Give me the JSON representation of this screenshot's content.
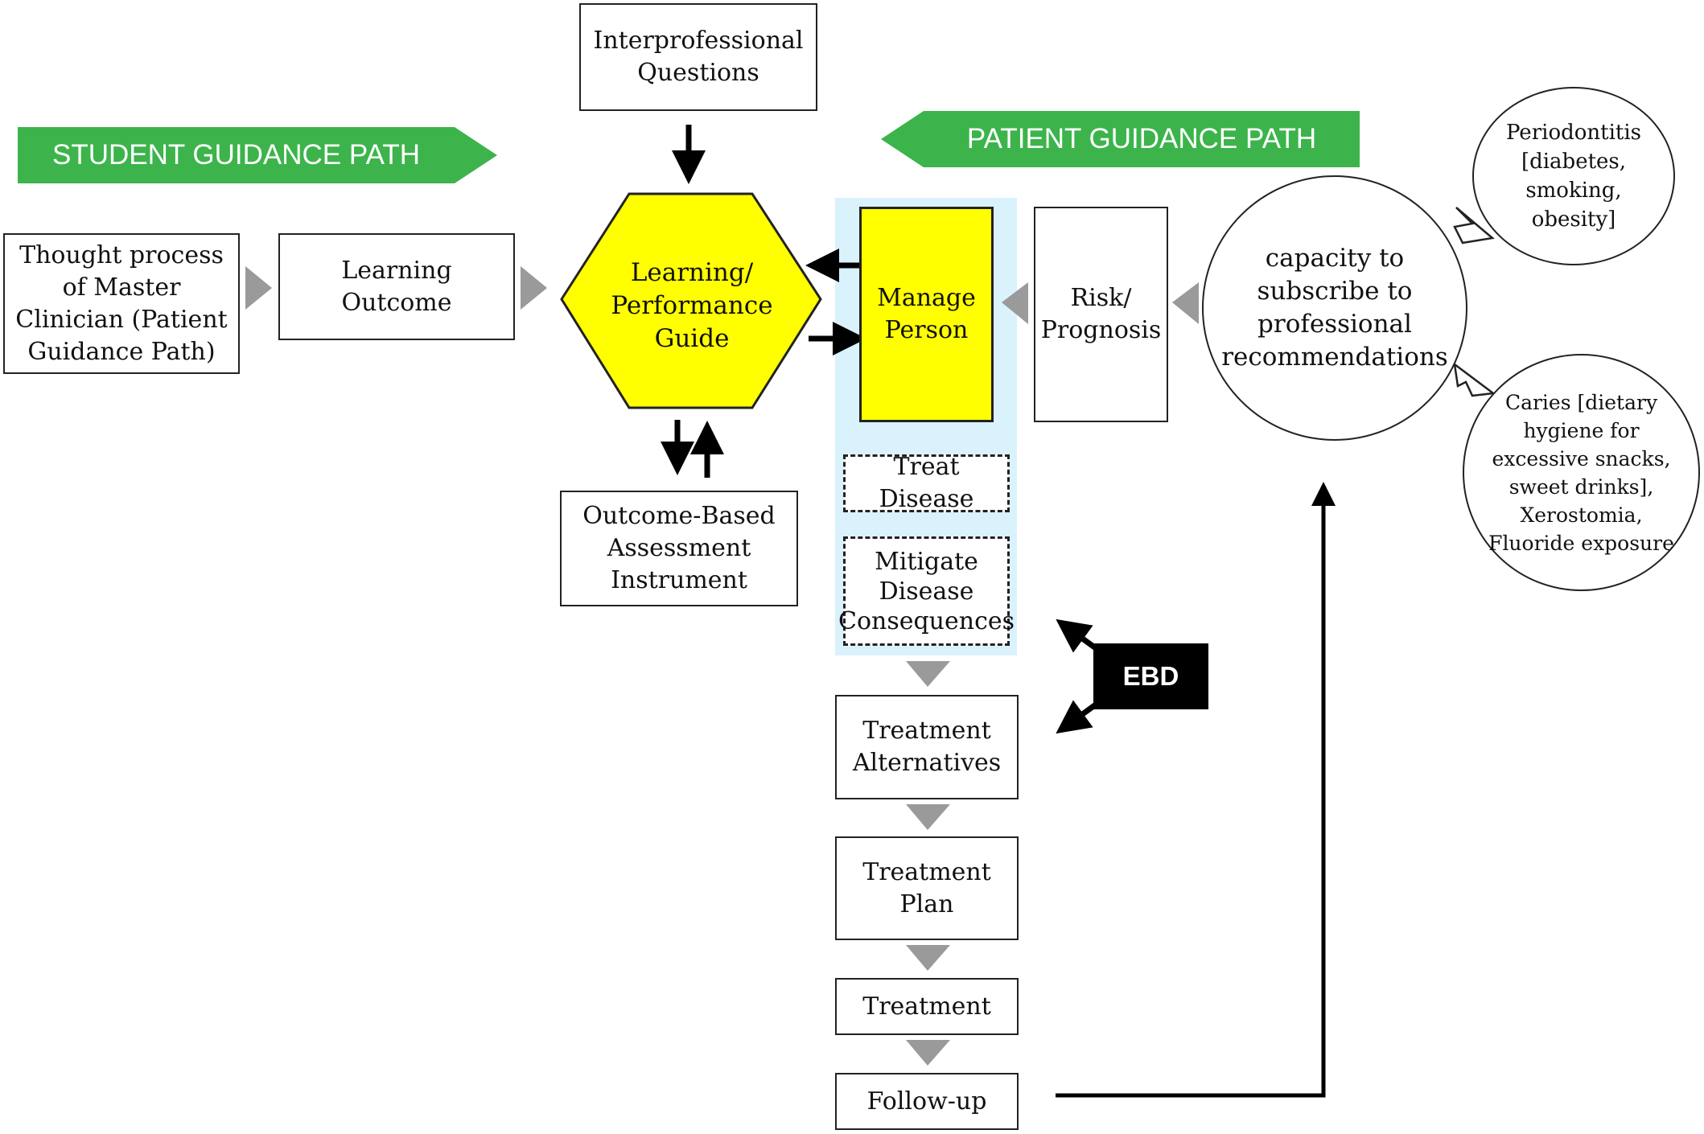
{
  "banners": {
    "student": "STUDENT GUIDANCE PATH",
    "patient": "PATIENT GUIDANCE PATH"
  },
  "boxes": {
    "interprofessional": "Interprofessional Questions",
    "thought_process": "Thought process of Master Clinician (Patient Guidance Path)",
    "learning_outcome": "Learning Outcome",
    "learning_guide": "Learning/ Performance Guide",
    "outcome_assessment": "Outcome-Based Assessment Instrument",
    "manage_person": "Manage Person",
    "risk_prognosis": "Risk/ Prognosis",
    "treat_disease": "Treat Disease",
    "mitigate": "Mitigate Disease Consequences",
    "treatment_alternatives": "Treatment Alternatives",
    "treatment_plan": "Treatment Plan",
    "treatment": "Treatment",
    "follow_up": "Follow-up",
    "ebd": "EBD"
  },
  "circles": {
    "capacity": "capacity to subscribe to professional recommendations",
    "periodontitis": "Periodontitis [diabetes, smoking, obesity]",
    "caries": "Caries [dietary hygiene for excessive snacks, sweet drinks], Xerostomia, Fluoride exposure"
  },
  "colors": {
    "banner_green": "#3cb44b",
    "highlight_yellow": "#ffff00",
    "panel_blue": "#d9f2fc",
    "gray_arrow": "#9a9a9a"
  }
}
